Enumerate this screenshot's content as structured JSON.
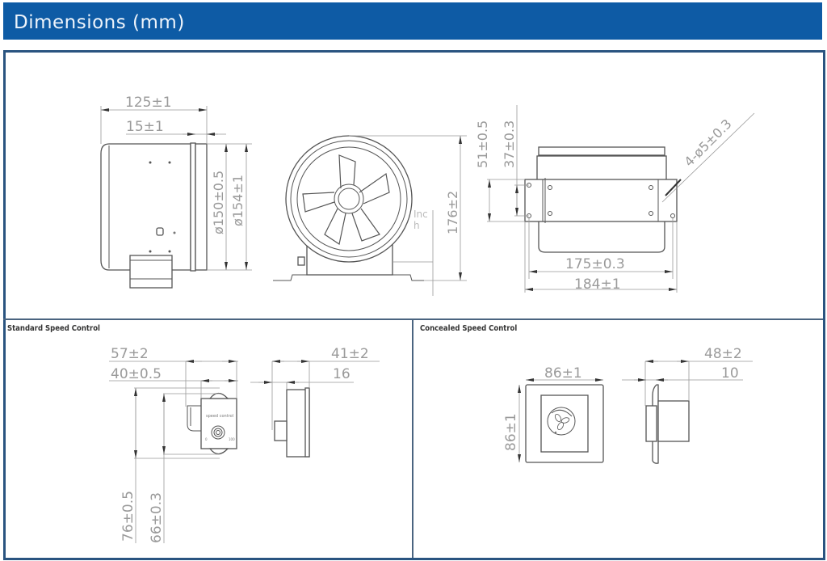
{
  "header": {
    "title": "Dimensions (mm)",
    "background_color": "#0e5ba5"
  },
  "frame": {
    "border_color": "#2a5480"
  },
  "fan_views": {
    "side": {
      "overall_length": "125±1",
      "collar_length": "15±1",
      "collar_inner_diameter": "ø150±0.5",
      "collar_outer_diameter": "ø154±1"
    },
    "front": {
      "height": "176±2",
      "partial_label": "Inc\nh"
    },
    "top": {
      "bracket_height": "51±0.5",
      "hole_spacing_vertical": "37±0.3",
      "mounting_holes": "4-ø5±0.3",
      "hole_spacing_horizontal": "175±0.3",
      "bracket_width": "184±1"
    }
  },
  "sections": [
    {
      "label": "Standard Speed Control",
      "dims": {
        "depth_total": "57±2",
        "body_width": "40±0.5",
        "side_depth": "41±2",
        "knob_depth": "16",
        "overall_height": "76±0.5",
        "hole_spacing": "66±0.3"
      },
      "device_text": "speed control",
      "knob_min": "0",
      "knob_max": "100"
    },
    {
      "label": "Concealed Speed Control",
      "dims": {
        "width": "86±1",
        "height": "86±1",
        "side_depth": "48±2",
        "plate_depth": "10"
      }
    }
  ]
}
